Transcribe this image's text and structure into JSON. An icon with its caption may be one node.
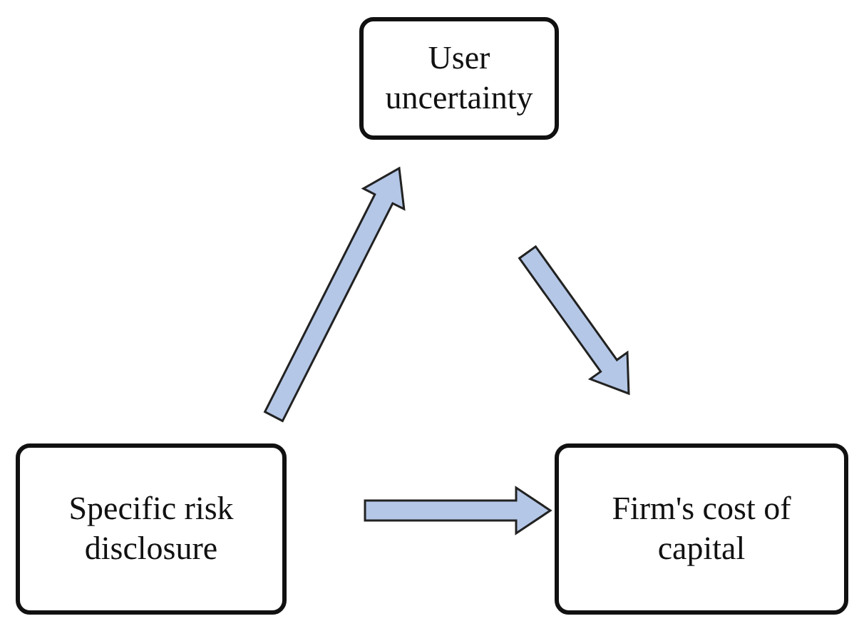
{
  "diagram": {
    "nodes": [
      {
        "text": [
          "User uncertainty"
        ]
      },
      {
        "text": [
          "Specific risk disclosure"
        ]
      },
      {
        "text": [
          "Firm's cost of capital"
        ]
      }
    ],
    "edges": [
      {
        "from": 1,
        "to": 0,
        "arrow": "to"
      },
      {
        "from": 0,
        "to": 2,
        "arrow": "to"
      },
      {
        "from": 1,
        "to": 2,
        "arrow": "to"
      }
    ]
  }
}
